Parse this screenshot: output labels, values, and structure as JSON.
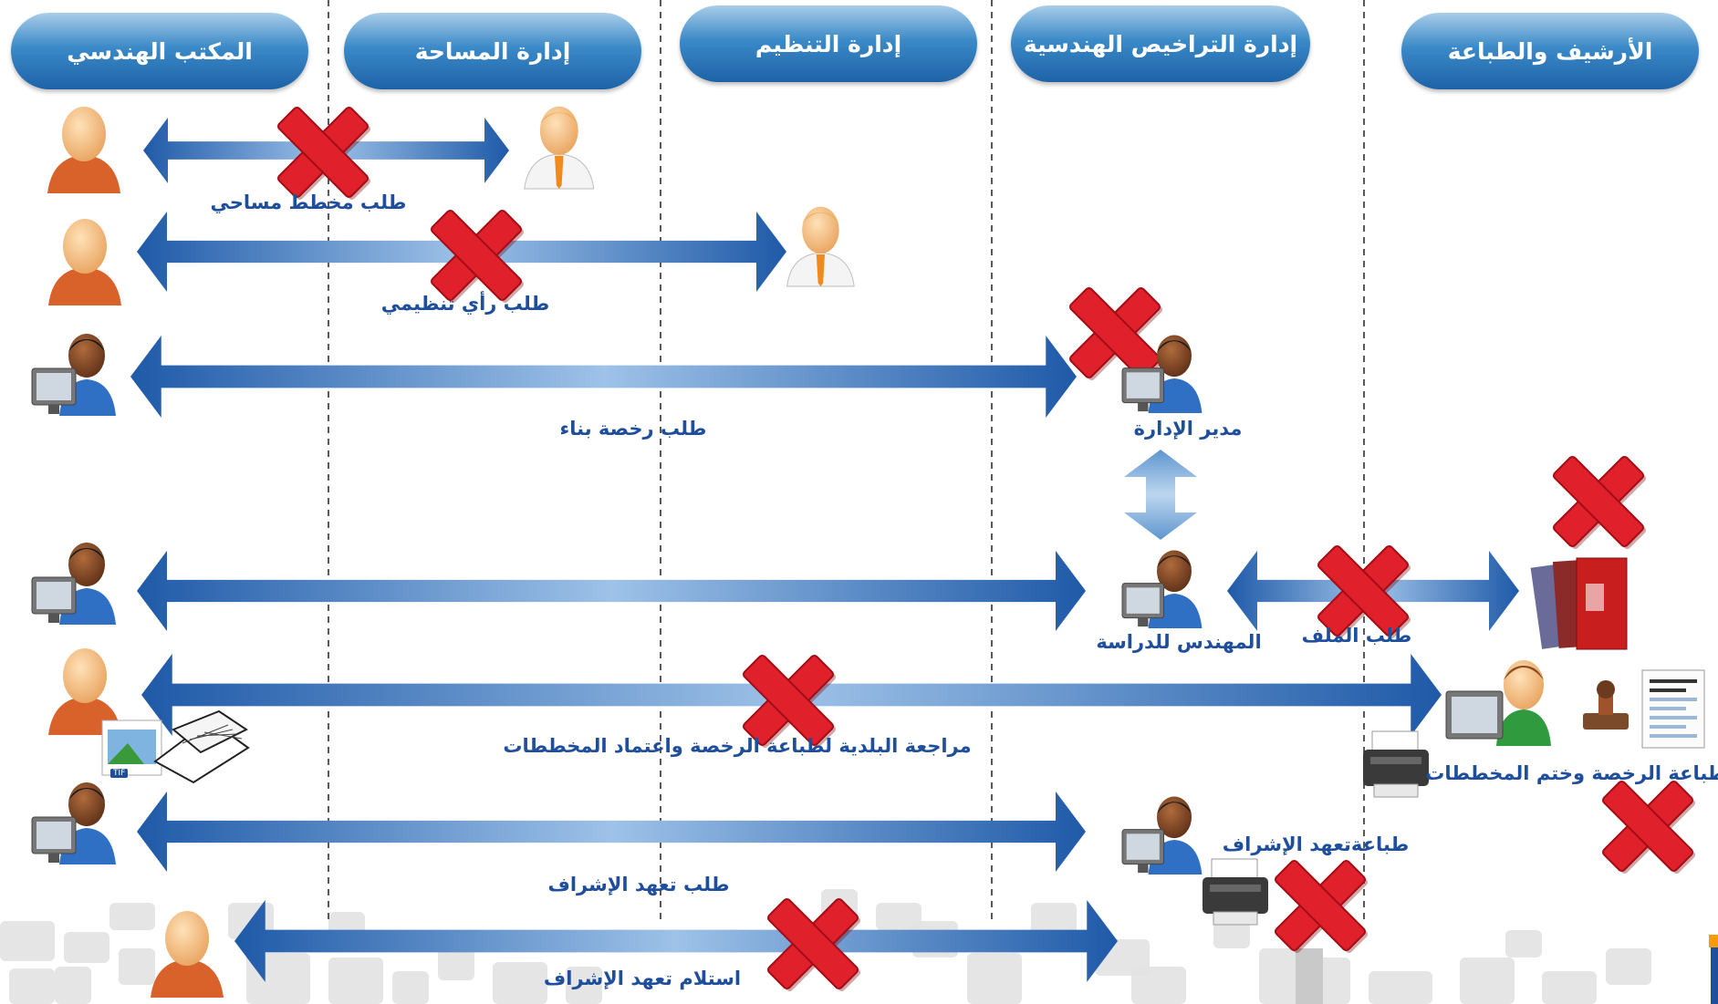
{
  "lanes": [
    "المكتب الهندسي",
    "إدارة المساحة",
    "إدارة التنظيم",
    "إدارة التراخيص الهندسية",
    "الأرشيف والطباعة"
  ],
  "labels": {
    "survey_request": "طلب مخطط مساحي",
    "planning_request": "طلب رأي تنظيمي",
    "building_permit_request": "طلب رخصة بناء",
    "department_manager": "مدير الإدارة",
    "study_engineer": "المهندس للدراسة",
    "file_request": "طلب الملف",
    "municipality_review": "مراجعة البلدية لطباعة الرخصة واعتماد المخططات",
    "print_permit_stamp": "طباعة الرخصة وختم المخططات",
    "print_supervision": "طباعةتعهد الإشراف",
    "supervision_request": "طلب تعهد الإشراف",
    "supervision_receipt": "استلام تعهد الإشراف"
  },
  "tif_tag": "TIF",
  "colors": {
    "arrow_dark": "#1f5aa8",
    "arrow_light": "#9ec2e8",
    "cross": "#e0202b",
    "label": "#1f4e9c",
    "header_top": "#a9cde9",
    "header_bottom": "#1d62a8"
  }
}
